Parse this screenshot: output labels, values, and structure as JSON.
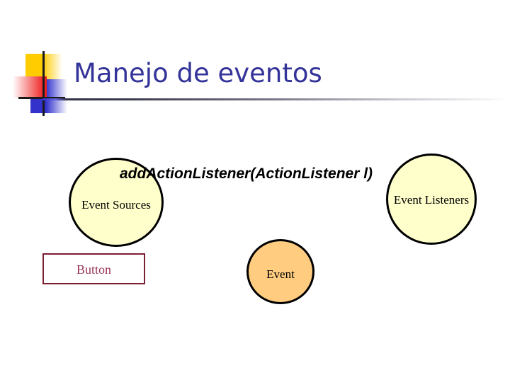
{
  "slide": {
    "title": "Manejo de eventos",
    "title_color": "#333399",
    "background": "#ffffff"
  },
  "logo": {
    "name": "decorative-logo",
    "yellow": "#ffcc00",
    "blue": "#3333cc",
    "red": "#ee2222",
    "bar": "#1a1a1a"
  },
  "diagram": {
    "type": "concept-diagram",
    "annotation": "addActionListener(ActionListener l)",
    "nodes": [
      {
        "id": "event-sources",
        "label": "Event Sources",
        "shape": "ellipse",
        "fill": "#ffffcc",
        "stroke": "#000000"
      },
      {
        "id": "event-listeners",
        "label": "Event Listeners",
        "shape": "ellipse",
        "fill": "#ffffcc",
        "stroke": "#000000"
      },
      {
        "id": "event",
        "label": "Event",
        "shape": "ellipse",
        "fill": "#ffcc80",
        "stroke": "#000000"
      },
      {
        "id": "button",
        "label": "Button",
        "shape": "rectangle",
        "fill": "#ffffff",
        "stroke": "#7b2030",
        "text_color": "#993355"
      }
    ]
  }
}
